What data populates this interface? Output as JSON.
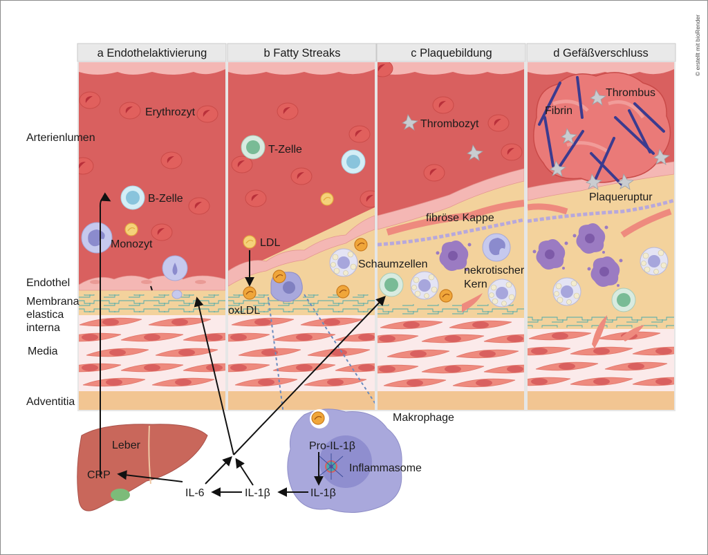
{
  "copyright": "© erstellt mit bioRender",
  "panels": [
    {
      "id": "a",
      "title": "a Endothelaktivierung"
    },
    {
      "id": "b",
      "title": "b Fatty Streaks"
    },
    {
      "id": "c",
      "title": "c Plaquebildung"
    },
    {
      "id": "d",
      "title": "d Gefäßverschluss"
    }
  ],
  "layers": {
    "lumen": "Arterienlumen",
    "endothel": "Endothel",
    "membrana_1": "Membrana",
    "membrana_2": "elastica",
    "membrana_3": "interna",
    "media": "Media",
    "adventitia": "Adventitia"
  },
  "cells": {
    "erythrozyt": "Erythrozyt",
    "b_zelle": "B-Zelle",
    "monozyt": "Monozyt",
    "t_zelle": "T-Zelle",
    "ldl": "LDL",
    "oxldl": "oxLDL",
    "schaumzellen": "Schaumzellen",
    "thrombozyt": "Thrombozyt",
    "fibroese_kappe": "fibröse Kappe",
    "nekrotischer_1": "nekrotischer",
    "nekrotischer_2": "Kern",
    "fibrin": "Fibrin",
    "thrombus": "Thrombus",
    "plaqueruptur": "Plaqueruptur",
    "makrophage": "Makrophage"
  },
  "pathway": {
    "leber": "Leber",
    "crp": "CRP",
    "il6": "IL-6",
    "il1b_out": "IL-1β",
    "il1b_in": "IL-1β",
    "pro_il1b": "Pro-IL-1β",
    "inflammasome": "Inflammasome"
  },
  "colors": {
    "lumen": "#d9605f",
    "endothel": "#f4b7b4",
    "intima": "#f3d29c",
    "media_bg": "#fbeaea",
    "smooth_muscle": "#ee8a7e",
    "adventitia": "#f2c592",
    "header_bg": "#e9e9e9",
    "macrophage": "#a9a8dc",
    "liver": "#c9675b",
    "fibrin": "#3b3b8f"
  }
}
